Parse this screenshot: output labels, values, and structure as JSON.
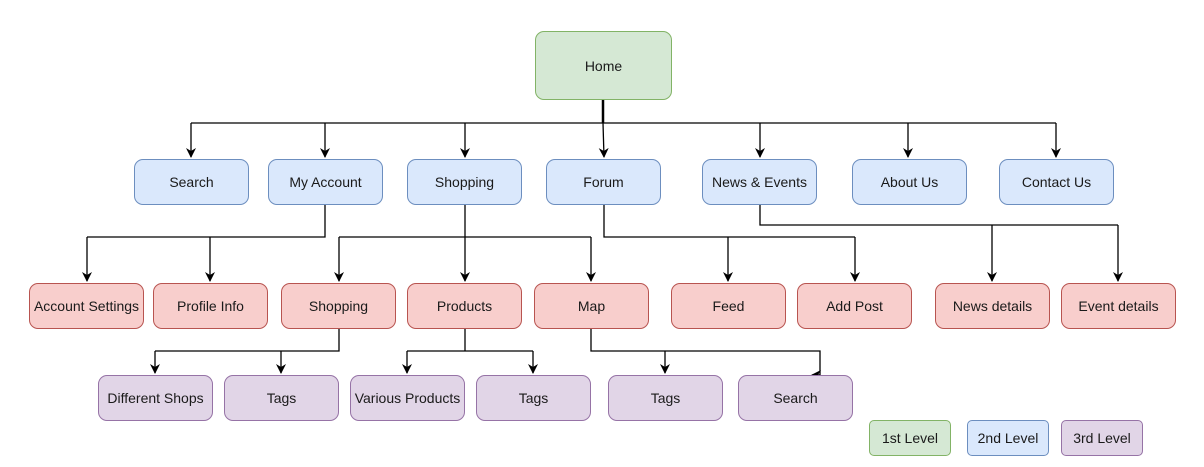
{
  "diagram": {
    "root": "Home",
    "level1": [
      "Search",
      "My Account",
      "Shopping",
      "Forum",
      "News & Events",
      "About Us",
      "Contact Us"
    ],
    "level2": [
      "Account Settings",
      "Profile Info",
      "Shopping",
      "Products",
      "Map",
      "Feed",
      "Add Post",
      "News details",
      "Event details"
    ],
    "level3": [
      "Different Shops",
      "Tags",
      "Various Products",
      "Tags",
      "Tags",
      "Search"
    ]
  },
  "legend": {
    "first": "1st Level",
    "second": "2nd Level",
    "third": "3rd Level"
  },
  "colors": {
    "level1_fill": "#d5e8d4",
    "level1_stroke": "#82b366",
    "level2_fill": "#dae8fc",
    "level2_stroke": "#6c8ebf",
    "level3_fill": "#f8cecc",
    "level3_stroke": "#b85450",
    "level4_fill": "#e1d5e7",
    "level4_stroke": "#9673a6"
  }
}
